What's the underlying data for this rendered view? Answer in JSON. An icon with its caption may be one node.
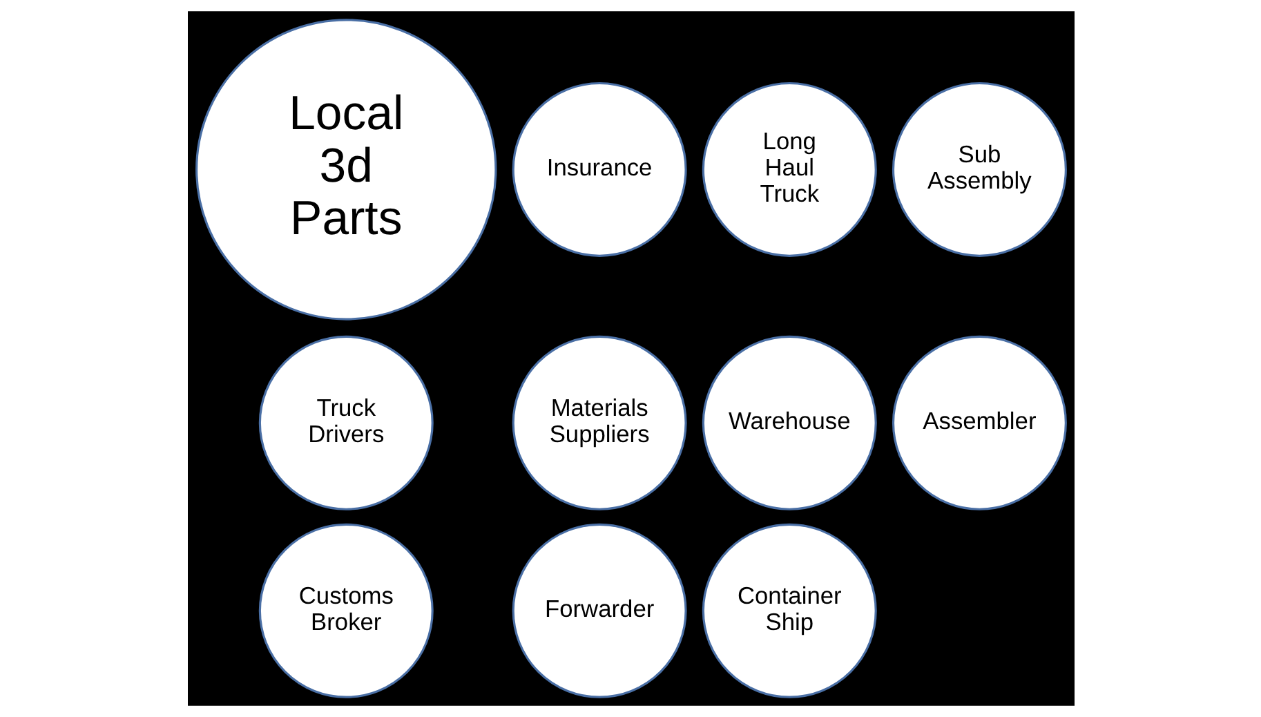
{
  "diagram": {
    "nodes": [
      {
        "text": [
          "Truck Drivers"
        ]
      },
      {
        "text": [
          "Customs Broker"
        ]
      },
      {
        "text": [
          "Insurance"
        ]
      },
      {
        "text": [
          "Materials Suppliers"
        ]
      },
      {
        "text": [
          "Forwarder"
        ]
      },
      {
        "text": [
          "Local 3d Parts"
        ]
      },
      {
        "text": [
          "Long Haul Truck"
        ]
      },
      {
        "text": [
          "Warehouse"
        ]
      },
      {
        "text": [
          "Container Ship"
        ]
      },
      {
        "text": [
          "Sub Assembly"
        ]
      },
      {
        "text": [
          "Assembler"
        ]
      }
    ]
  }
}
